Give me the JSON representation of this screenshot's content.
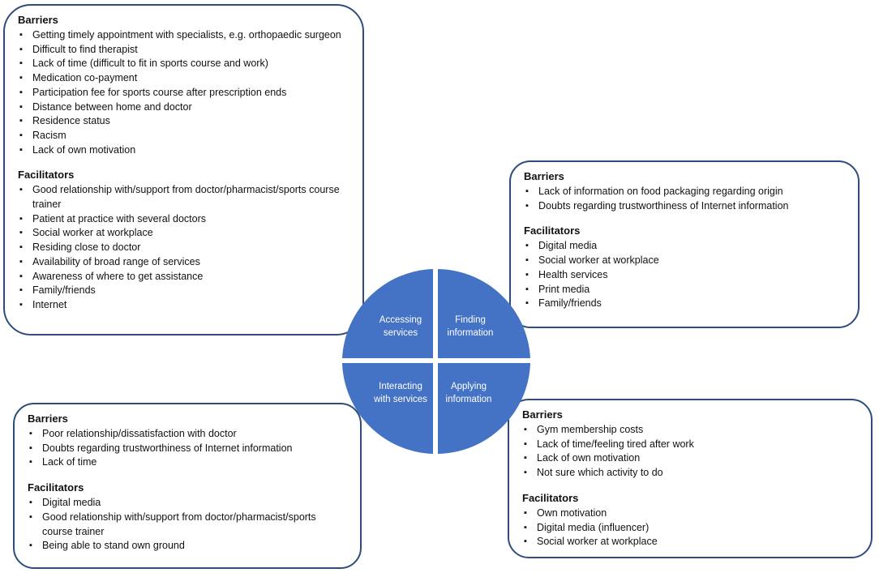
{
  "accessing_box": {
    "barriers_title": "Barriers",
    "barriers": [
      "Getting timely appointment with specialists, e.g. orthopaedic surgeon",
      "Difficult to find therapist",
      "Lack of time (difficult to fit in sports course and work)",
      "Medication co-payment",
      "Participation fee for sports course after prescription ends",
      "Distance between home and doctor",
      "Residence status",
      "Racism",
      "Lack of own motivation"
    ],
    "facilitators_title": "Facilitators",
    "facilitators": [
      "Good relationship with/support from doctor/pharmacist/sports course trainer",
      "Patient at practice with several doctors",
      "Social worker at workplace",
      "Residing close to doctor",
      "Availability of broad range of services",
      "Awareness of where to get assistance",
      "Family/friends",
      "Internet"
    ]
  },
  "finding_box": {
    "barriers_title": "Barriers",
    "barriers": [
      "Lack of information on food packaging regarding origin",
      "Doubts regarding trustworthiness of Internet information"
    ],
    "facilitators_title": "Facilitators",
    "facilitators": [
      "Digital media",
      "Social worker at workplace",
      "Health services",
      "Print media",
      "Family/friends"
    ]
  },
  "interacting_box": {
    "barriers_title": "Barriers",
    "barriers": [
      "Poor relationship/dissatisfaction with doctor",
      "Doubts regarding trustworthiness of Internet information",
      "Lack of time"
    ],
    "facilitators_title": "Facilitators",
    "facilitators": [
      "Digital media",
      "Good relationship with/support from doctor/pharmacist/sports course trainer",
      "Being able to stand own ground"
    ]
  },
  "applying_box": {
    "barriers_title": "Barriers",
    "barriers": [
      "Gym membership costs",
      "Lack of time/feeling tired after work",
      "Lack of own motivation",
      "Not sure which activity to do"
    ],
    "facilitators_title": "Facilitators",
    "facilitators": [
      "Own motivation",
      "Digital media (influencer)",
      "Social worker at workplace"
    ]
  },
  "quadrants": {
    "accessing": [
      "Accessing",
      "services"
    ],
    "finding": [
      "Finding",
      "information"
    ],
    "interacting": [
      "Interacting",
      "with services"
    ],
    "applying": [
      "Applying",
      "information"
    ]
  },
  "colors": {
    "quadrant_fill": "#4472c4",
    "box_border": "#2f4d7a"
  }
}
